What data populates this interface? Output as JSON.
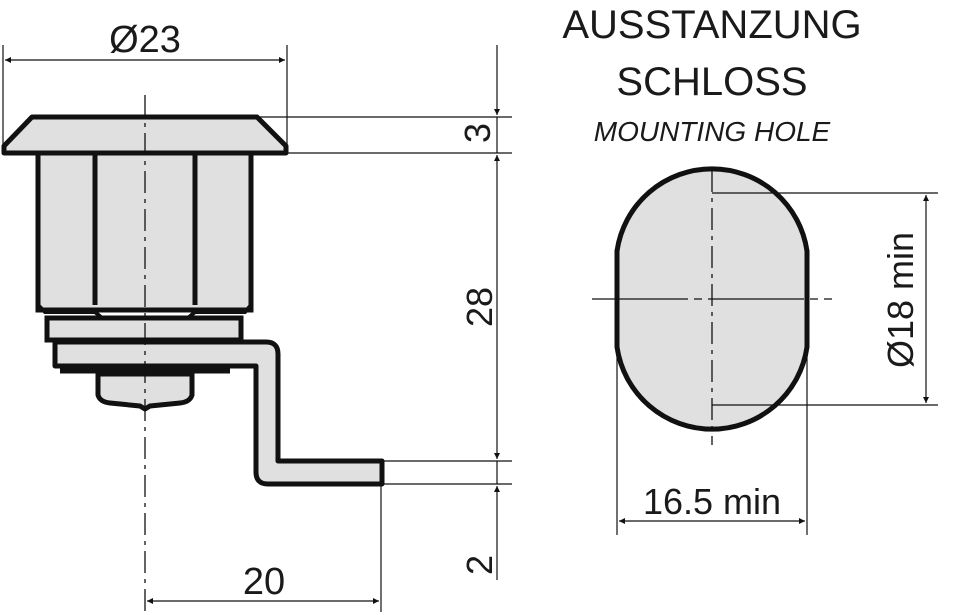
{
  "title": {
    "line1": "AUSSTANZUNG",
    "line2": "SCHLOSS",
    "line3": "MOUNTING HOLE"
  },
  "dimensions": {
    "diameter_top": "Ø23",
    "flange_height": "3",
    "body_height": "28",
    "cam_thickness": "2",
    "cam_offset": "20",
    "hole_diameter": "Ø18 min",
    "hole_flat_width": "16.5 min"
  },
  "colors": {
    "line": "#111111",
    "fill": "#e0e0e0",
    "background": "#ffffff"
  }
}
